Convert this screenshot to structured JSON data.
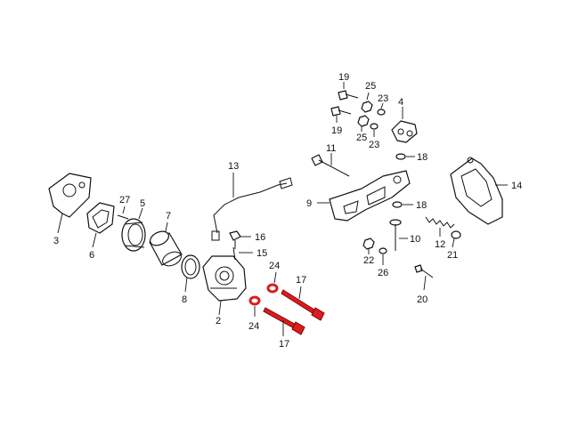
{
  "highlight_color": "#d81e1e",
  "callouts": {
    "c2": "2",
    "c3": "3",
    "c4": "4",
    "c5": "5",
    "c6": "6",
    "c7": "7",
    "c8": "8",
    "c9": "9",
    "c10": "10",
    "c11": "11",
    "c12": "12",
    "c13": "13",
    "c14": "14",
    "c15": "15",
    "c16": "16",
    "c17a": "17",
    "c17b": "17",
    "c18a": "18",
    "c18b": "18",
    "c19a": "19",
    "c19b": "19",
    "c20": "20",
    "c21": "21",
    "c22": "22",
    "c23a": "23",
    "c23b": "23",
    "c24a": "24",
    "c24b": "24",
    "c25a": "25",
    "c25b": "25",
    "c26": "26",
    "c27": "27"
  }
}
